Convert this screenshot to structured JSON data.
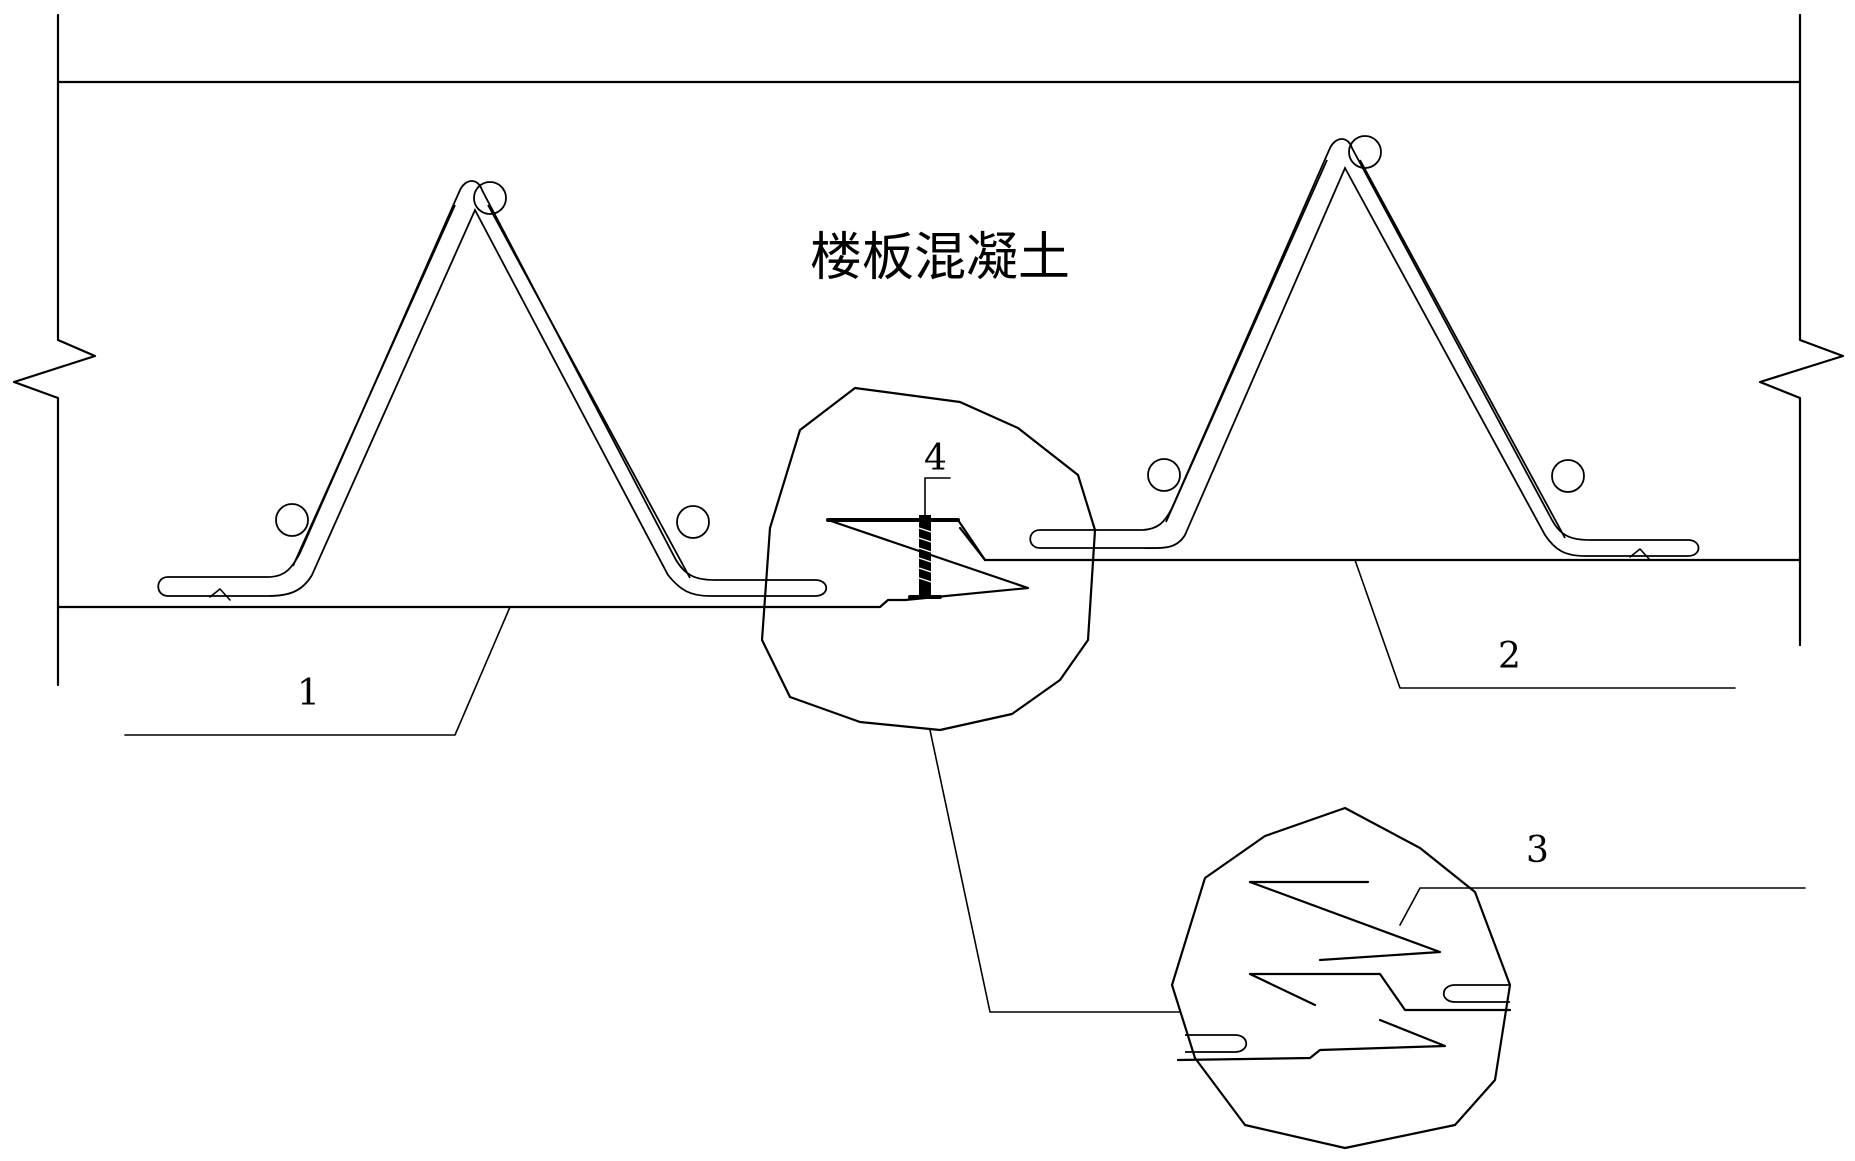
{
  "labels": {
    "concrete": "楼板混凝土",
    "part1": "1",
    "part2": "2",
    "part3": "3",
    "part4": "4"
  }
}
